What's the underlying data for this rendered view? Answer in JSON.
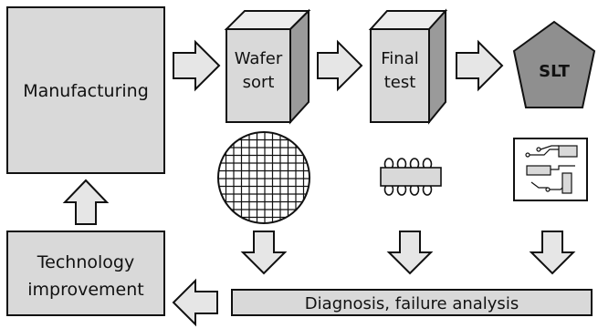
{
  "diagram": {
    "manufacturing": {
      "label": "Manufacturing"
    },
    "wafer_sort": {
      "line1": "Wafer",
      "line2": "sort"
    },
    "final_test": {
      "line1": "Final",
      "line2": "test"
    },
    "slt": {
      "label": "SLT"
    },
    "technology_improvement": {
      "line1": "Technology",
      "line2": "improvement"
    },
    "diagnosis": {
      "label": "Diagnosis, failure analysis"
    }
  },
  "colors": {
    "box_fill": "#d9d9d9",
    "box_side": "#9a9a9a",
    "slt_fill": "#8f8f8f",
    "arrow_fill": "#e6e6e6",
    "stroke": "#111111"
  }
}
